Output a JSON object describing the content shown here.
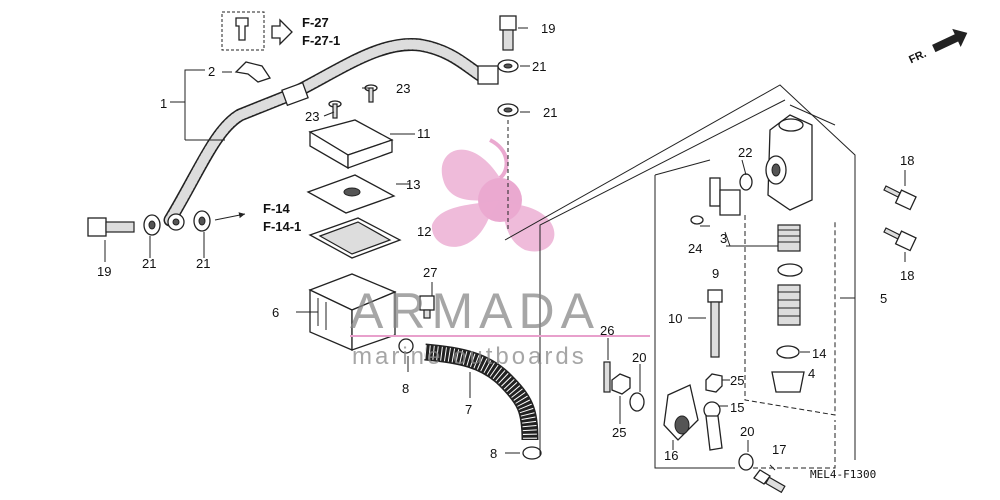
{
  "diagram": {
    "references": {
      "f27": "F-27",
      "f27_1": "F-27-1",
      "f14": "F-14",
      "f14_1": "F-14-1"
    },
    "front_arrow": "FR.",
    "diagram_code": "MEL4-F1300",
    "watermark": {
      "brand": "ARMADA",
      "tagline": "marine outboards",
      "logo_color": "#e8a0cc",
      "text_color": "#888888"
    },
    "callouts": {
      "c1": "1",
      "c2": "2",
      "c3": "3",
      "c4": "4",
      "c5": "5",
      "c6": "6",
      "c7": "7",
      "c8a": "8",
      "c8b": "8",
      "c9": "9",
      "c10": "10",
      "c11": "11",
      "c12": "12",
      "c13": "13",
      "c14": "14",
      "c15": "15",
      "c16": "16",
      "c17": "17",
      "c18a": "18",
      "c18b": "18",
      "c19a": "19",
      "c19b": "19",
      "c20a": "20",
      "c20b": "20",
      "c21a": "21",
      "c21b": "21",
      "c21c": "21",
      "c21d": "21",
      "c22": "22",
      "c23a": "23",
      "c23b": "23",
      "c24": "24",
      "c25a": "25",
      "c25b": "25",
      "c26": "26",
      "c27": "27"
    }
  }
}
